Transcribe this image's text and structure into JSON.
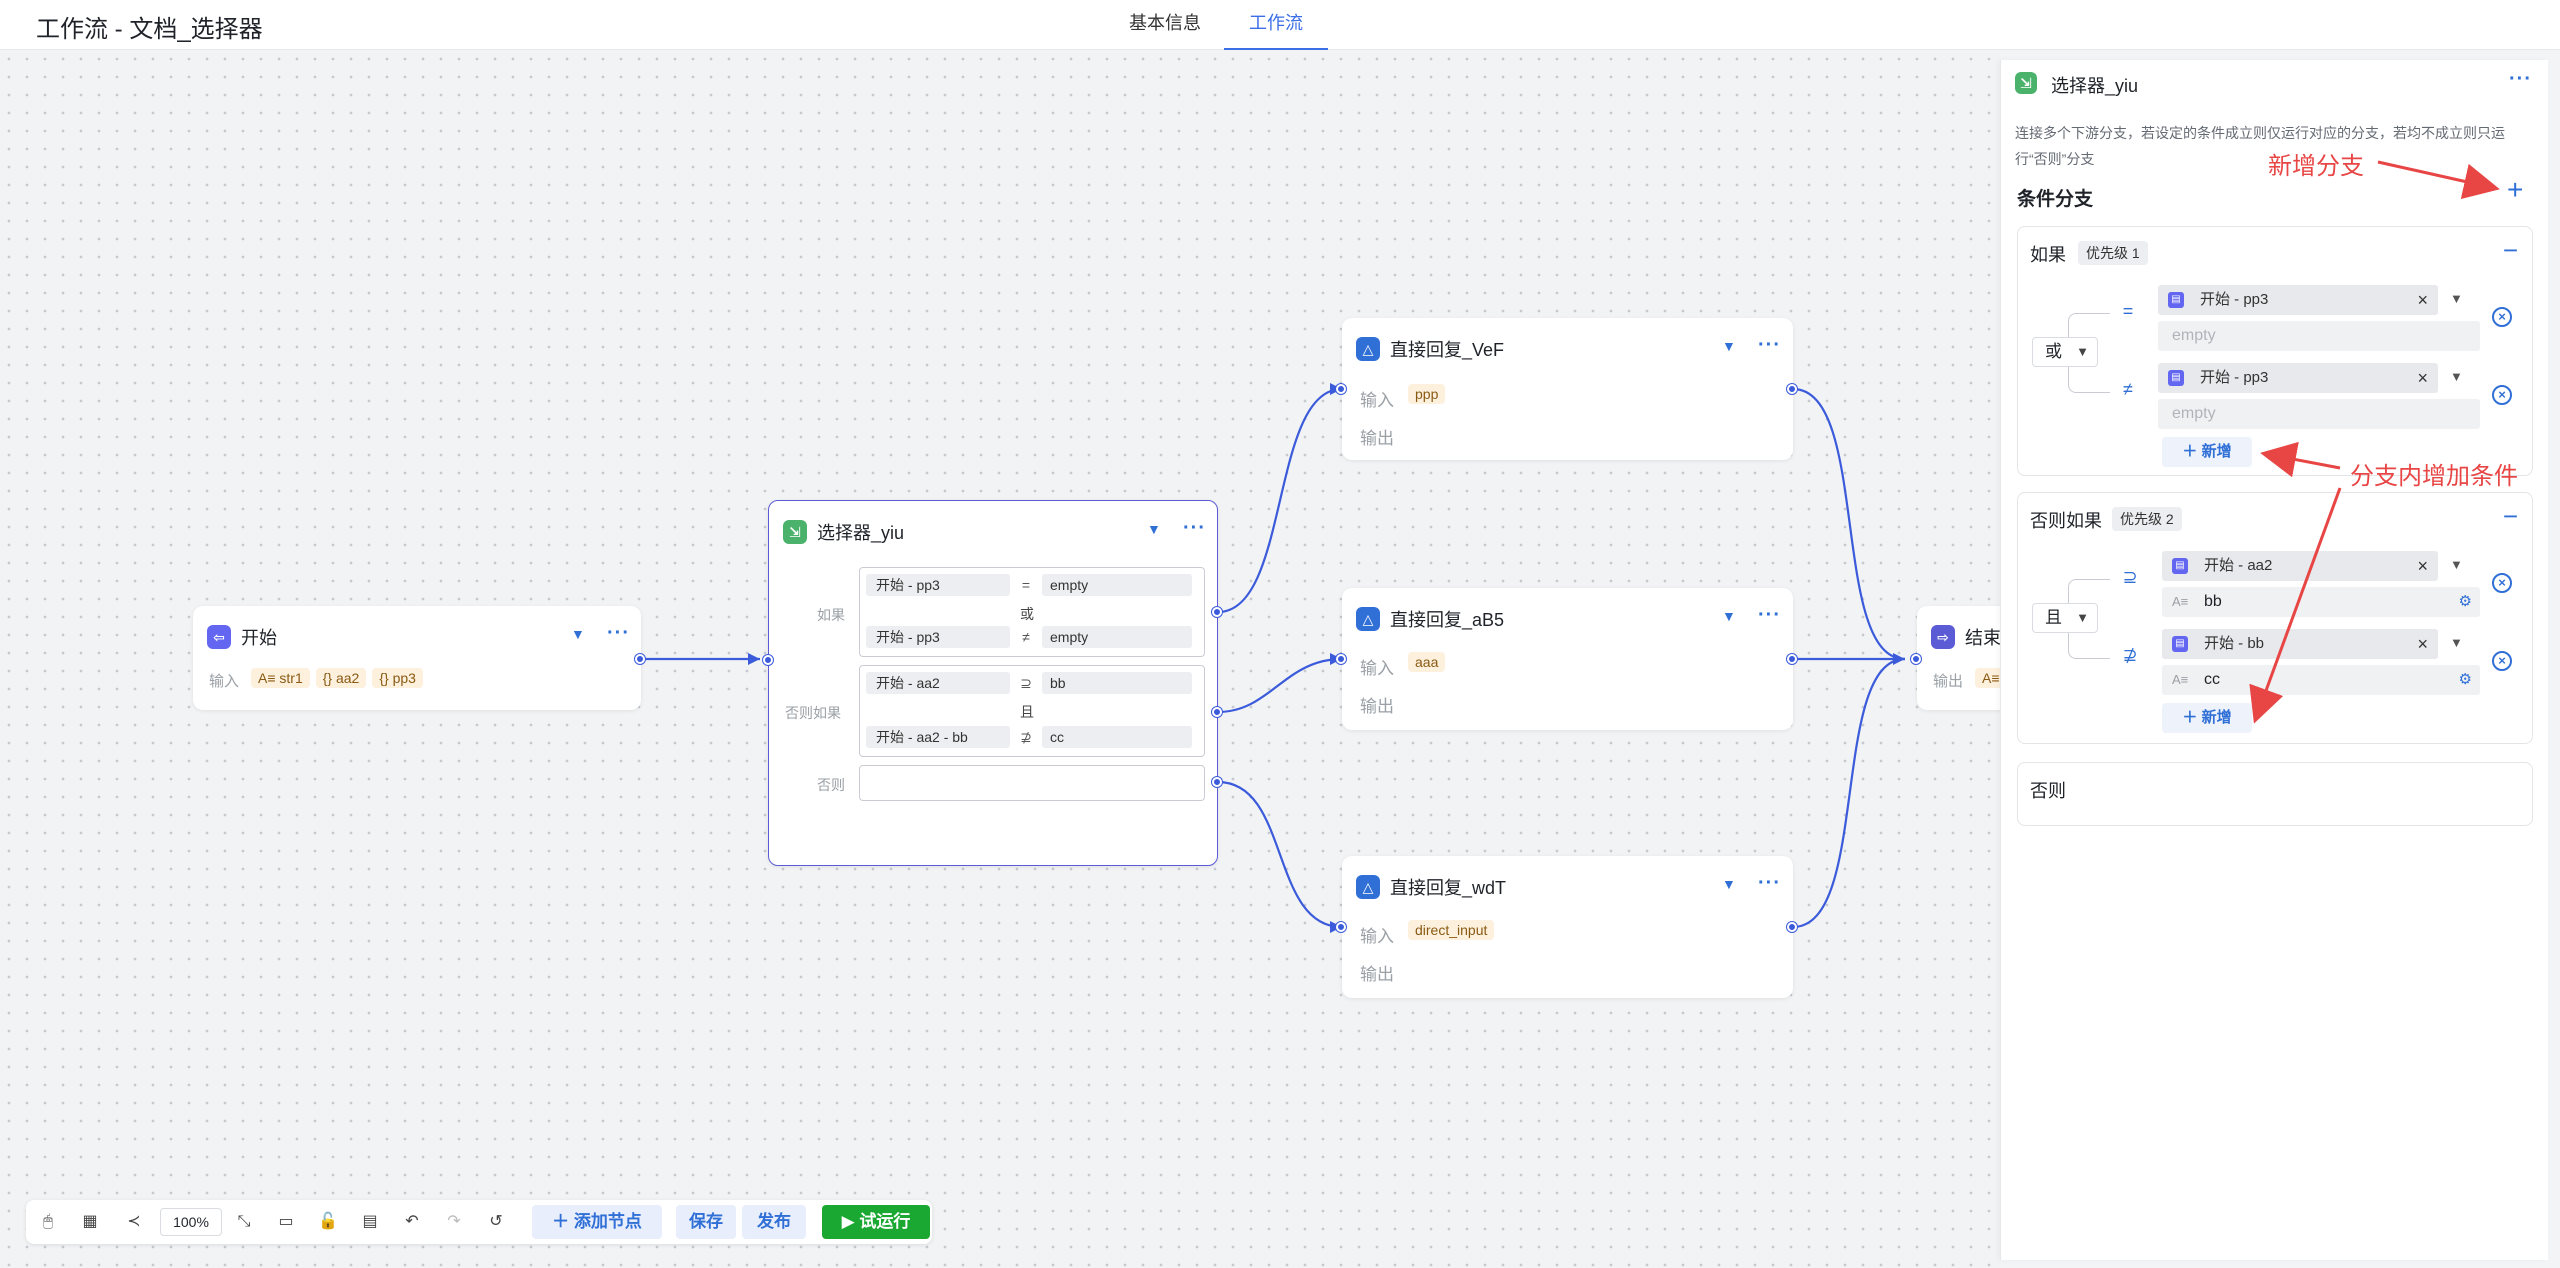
{
  "header": {
    "title": "工作流 - 文档_选择器",
    "tabs": [
      {
        "label": "基本信息"
      },
      {
        "label": "工作流"
      }
    ]
  },
  "nodes": {
    "start": {
      "name": "开始",
      "input_label": "输入",
      "chips": [
        "A≡ str1",
        "{} aa2",
        "{} pp3"
      ]
    },
    "selector": {
      "name": "选择器_yiu",
      "if_label": "如果",
      "elseif_label": "否则如果",
      "else_label": "否则",
      "if_rows": [
        {
          "left": "开始 - pp3",
          "op": "=",
          "right": "empty"
        },
        {
          "left": "开始 - pp3",
          "op": "≠",
          "right": "empty"
        }
      ],
      "if_logic": "或",
      "elseif_rows": [
        {
          "left": "开始 - aa2",
          "op": "⊇",
          "right": "bb"
        },
        {
          "left": "开始 - aa2 - bb",
          "op": "⊉",
          "right": "cc"
        }
      ],
      "elseif_logic": "且"
    },
    "reply1": {
      "name": "直接回复_VeF",
      "input_label": "输入",
      "chip": "ppp",
      "output_label": "输出"
    },
    "reply2": {
      "name": "直接回复_aB5",
      "input_label": "输入",
      "chip": "aaa",
      "output_label": "输出"
    },
    "reply3": {
      "name": "直接回复_wdT",
      "input_label": "输入",
      "chip": "direct_input",
      "output_label": "输出"
    },
    "end": {
      "name": "结束",
      "output_label": "输出",
      "chip": "A≡"
    }
  },
  "panel": {
    "title": "选择器_yiu",
    "description": "连接多个下游分支，若设定的条件成立则仅运行对应的分支，若均不成立则只运行“否则”分支",
    "section_title": "条件分支",
    "branches": [
      {
        "label": "如果",
        "priority": "优先级 1",
        "logic": "或",
        "conditions": [
          {
            "op": "=",
            "var": "开始 - pp3",
            "value": "empty"
          },
          {
            "op": "≠",
            "var": "开始 - pp3",
            "value": "empty"
          }
        ],
        "add_label": "新增"
      },
      {
        "label": "否则如果",
        "priority": "优先级 2",
        "logic": "且",
        "conditions": [
          {
            "op": "⊇",
            "var": "开始 - aa2",
            "value": "bb"
          },
          {
            "op": "⊉",
            "var": "开始 - bb",
            "value": "cc"
          }
        ],
        "add_label": "新增"
      }
    ],
    "else_label": "否则"
  },
  "annotations": {
    "add_branch": "新增分支",
    "add_condition": "分支内增加条件"
  },
  "toolbar": {
    "zoom": "100%",
    "add_node": "添加节点",
    "save": "保存",
    "publish": "发布",
    "run": "试运行"
  },
  "colors": {
    "accent": "#2f6fd6",
    "run": "#1aa832",
    "annotation": "#e84545",
    "selected_border": "#5b5bd6"
  }
}
